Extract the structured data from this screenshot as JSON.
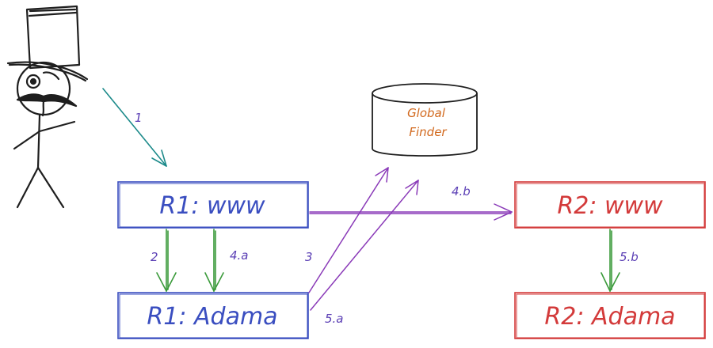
{
  "colors": {
    "blue": "#3a4ec0",
    "red": "#d33a3a",
    "green": "#3a9a3a",
    "purple": "#8a3ab8",
    "teal": "#1c8a8a",
    "label_purple": "#5b3fb5",
    "orange": "#d2691e",
    "ink": "#1e1e1e"
  },
  "nodes": {
    "r1_www": "R1: www",
    "r1_adama": "R1: Adama",
    "r2_www": "R2: www",
    "r2_adama": "R2: Adama",
    "finder_line1": "Global",
    "finder_line2": "Finder"
  },
  "edges": {
    "e1": "1",
    "e2": "2",
    "e3": "3",
    "e4a": "4.a",
    "e4b": "4.b",
    "e5a": "5.a",
    "e5b": "5.b"
  },
  "icons": {
    "user": "top-hat-stick-figure-icon"
  }
}
